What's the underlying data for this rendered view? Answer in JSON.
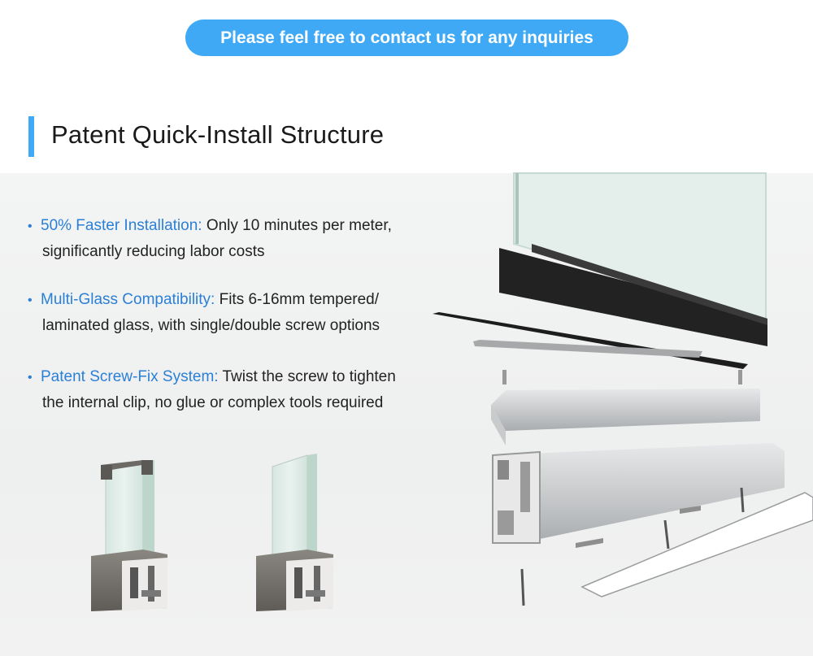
{
  "cta": {
    "label": "Please feel free to contact us for any inquiries"
  },
  "section": {
    "title": "Patent Quick-Install Structure"
  },
  "features": [
    {
      "bullet": "•",
      "highlight": "50% Faster Installation:",
      "text": " Only 10 minutes per meter,",
      "line2": "significantly reducing labor costs"
    },
    {
      "bullet": "•",
      "highlight": "Multi-Glass Compatibility:",
      "text": " Fits 6-16mm tempered/",
      "line2": "laminated glass, with single/double screw options"
    },
    {
      "bullet": "•",
      "highlight": "Patent Screw-Fix System:",
      "text": " Twist the screw to tighten",
      "line2": "the internal clip, no glue or complex tools required"
    }
  ],
  "colors": {
    "accent": "#3fa9f5",
    "highlight_text": "#2a7fd6"
  },
  "images": [
    "glass-railing-profile-with-cap",
    "glass-railing-profile-without-cap",
    "exploded-railing-system"
  ]
}
